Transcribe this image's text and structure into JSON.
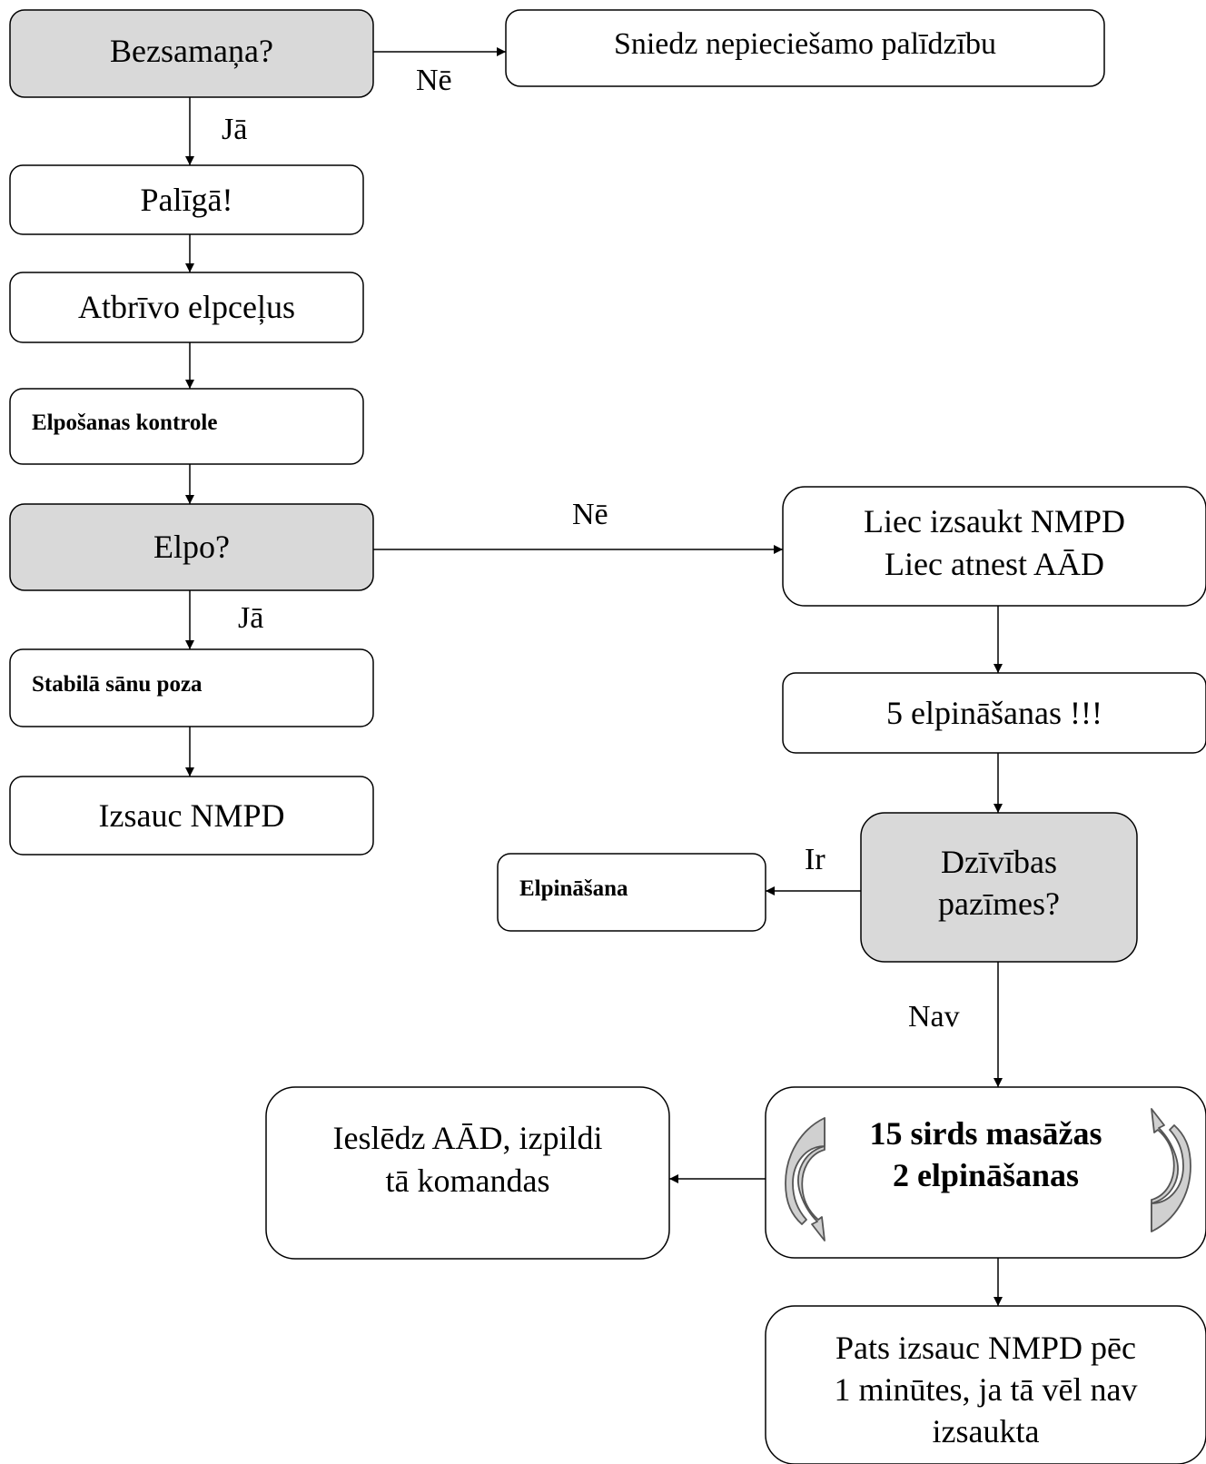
{
  "nodes": {
    "unconscious": "Bezsamaņa?",
    "give_help": "Sniedz nepieciešamo palīdzību",
    "call_help": "Palīgā!",
    "open_airway": "Atbrīvo elpceļus",
    "breathing_check": "Elpošanas kontrole",
    "breathing": "Elpo?",
    "recovery_position": "Stabilā sānu poza",
    "call_ems_left": "Izsauc NMPD",
    "call_ems_aed": [
      "Liec izsaukt NMPD",
      "Liec atnest AĀD"
    ],
    "five_breaths": "5 elpināšanas !!!",
    "signs_of_life": [
      "Dzīvības",
      "pazīmes?"
    ],
    "rescue_breathing": "Elpināšana",
    "cpr": [
      "15 sirds masāžas",
      "2 elpināšanas"
    ],
    "aed_on": [
      "Ieslēdz AĀD, izpildi",
      "tā komandas"
    ],
    "call_after": [
      "Pats izsauc NMPD pēc",
      "1 minūtes, ja tā vēl nav",
      "izsaukta"
    ]
  },
  "edge_labels": {
    "unconscious_no": "Nē",
    "unconscious_yes": "Jā",
    "breathing_no": "Nē",
    "breathing_yes": "Jā",
    "signs_yes": "Ir",
    "signs_no": "Nav"
  },
  "colors": {
    "decision_fill": "#d9d9d9",
    "box_fill": "#ffffff",
    "line": "#000000"
  },
  "icons": [
    "cycle-arrow-left-icon",
    "cycle-arrow-right-icon"
  ]
}
